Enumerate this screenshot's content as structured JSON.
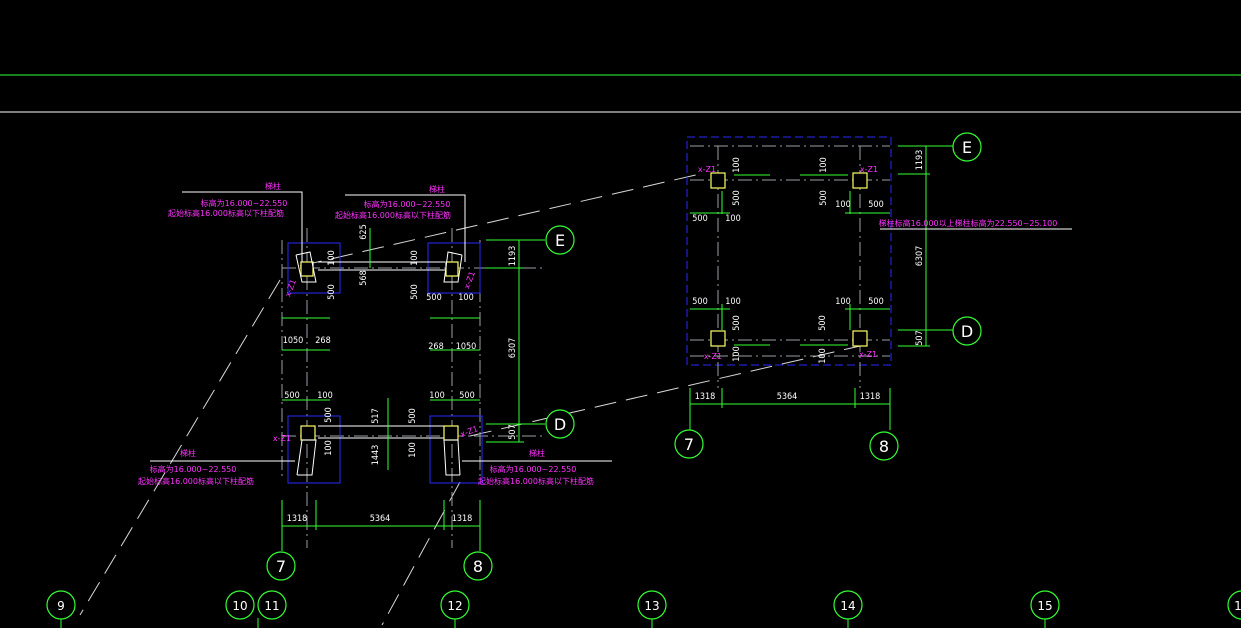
{
  "drawing": {
    "left_plan": {
      "axes": {
        "left": "7",
        "right": "8",
        "top": "E",
        "bottom": "D"
      },
      "bottom_dims": [
        "1318",
        "5364",
        "1318"
      ],
      "right_dims": [
        "1193",
        "6307",
        "507"
      ],
      "inner_dims": [
        "625",
        "568",
        "100",
        "500",
        "500",
        "100",
        "1050",
        "268",
        "268",
        "1050",
        "500",
        "100",
        "100",
        "500",
        "517",
        "1443",
        "500",
        "100",
        "100",
        "500",
        "100",
        "500"
      ],
      "column_tag": "x-Z1",
      "notes": [
        {
          "title": "梯柱",
          "line1": "标高为16.000~22.550",
          "line2": "起始标高16.000标高以下柱配筋"
        },
        {
          "title": "梯柱",
          "line1": "标高为16.000~22.550",
          "line2": "起始标高16.000标高以下柱配筋"
        },
        {
          "title": "梯柱",
          "line1": "标高为16.000~22.550",
          "line2": "起始标高16.000标高以下柱配筋"
        },
        {
          "title": "梯柱",
          "line1": "标高为16.000~22.550",
          "line2": "起始标高16.000标高以下柱配筋"
        }
      ]
    },
    "right_plan": {
      "axes": {
        "left": "7",
        "right": "8",
        "top": "E",
        "bottom": "D"
      },
      "bottom_dims": [
        "1318",
        "5364",
        "1318"
      ],
      "right_dims": [
        "1193",
        "6307",
        "507"
      ],
      "inner_dims": [
        "100",
        "100",
        "500",
        "500",
        "100",
        "500",
        "100",
        "500",
        "100",
        "100",
        "500",
        "500",
        "500",
        "100",
        "100",
        "500"
      ],
      "column_tag": "x-Z1",
      "note": "梯柱标高16.000以上梯柱标高为22.550~25.100"
    },
    "grid_axes": [
      "9",
      "10",
      "11",
      "12",
      "13",
      "14",
      "15",
      "1"
    ]
  }
}
